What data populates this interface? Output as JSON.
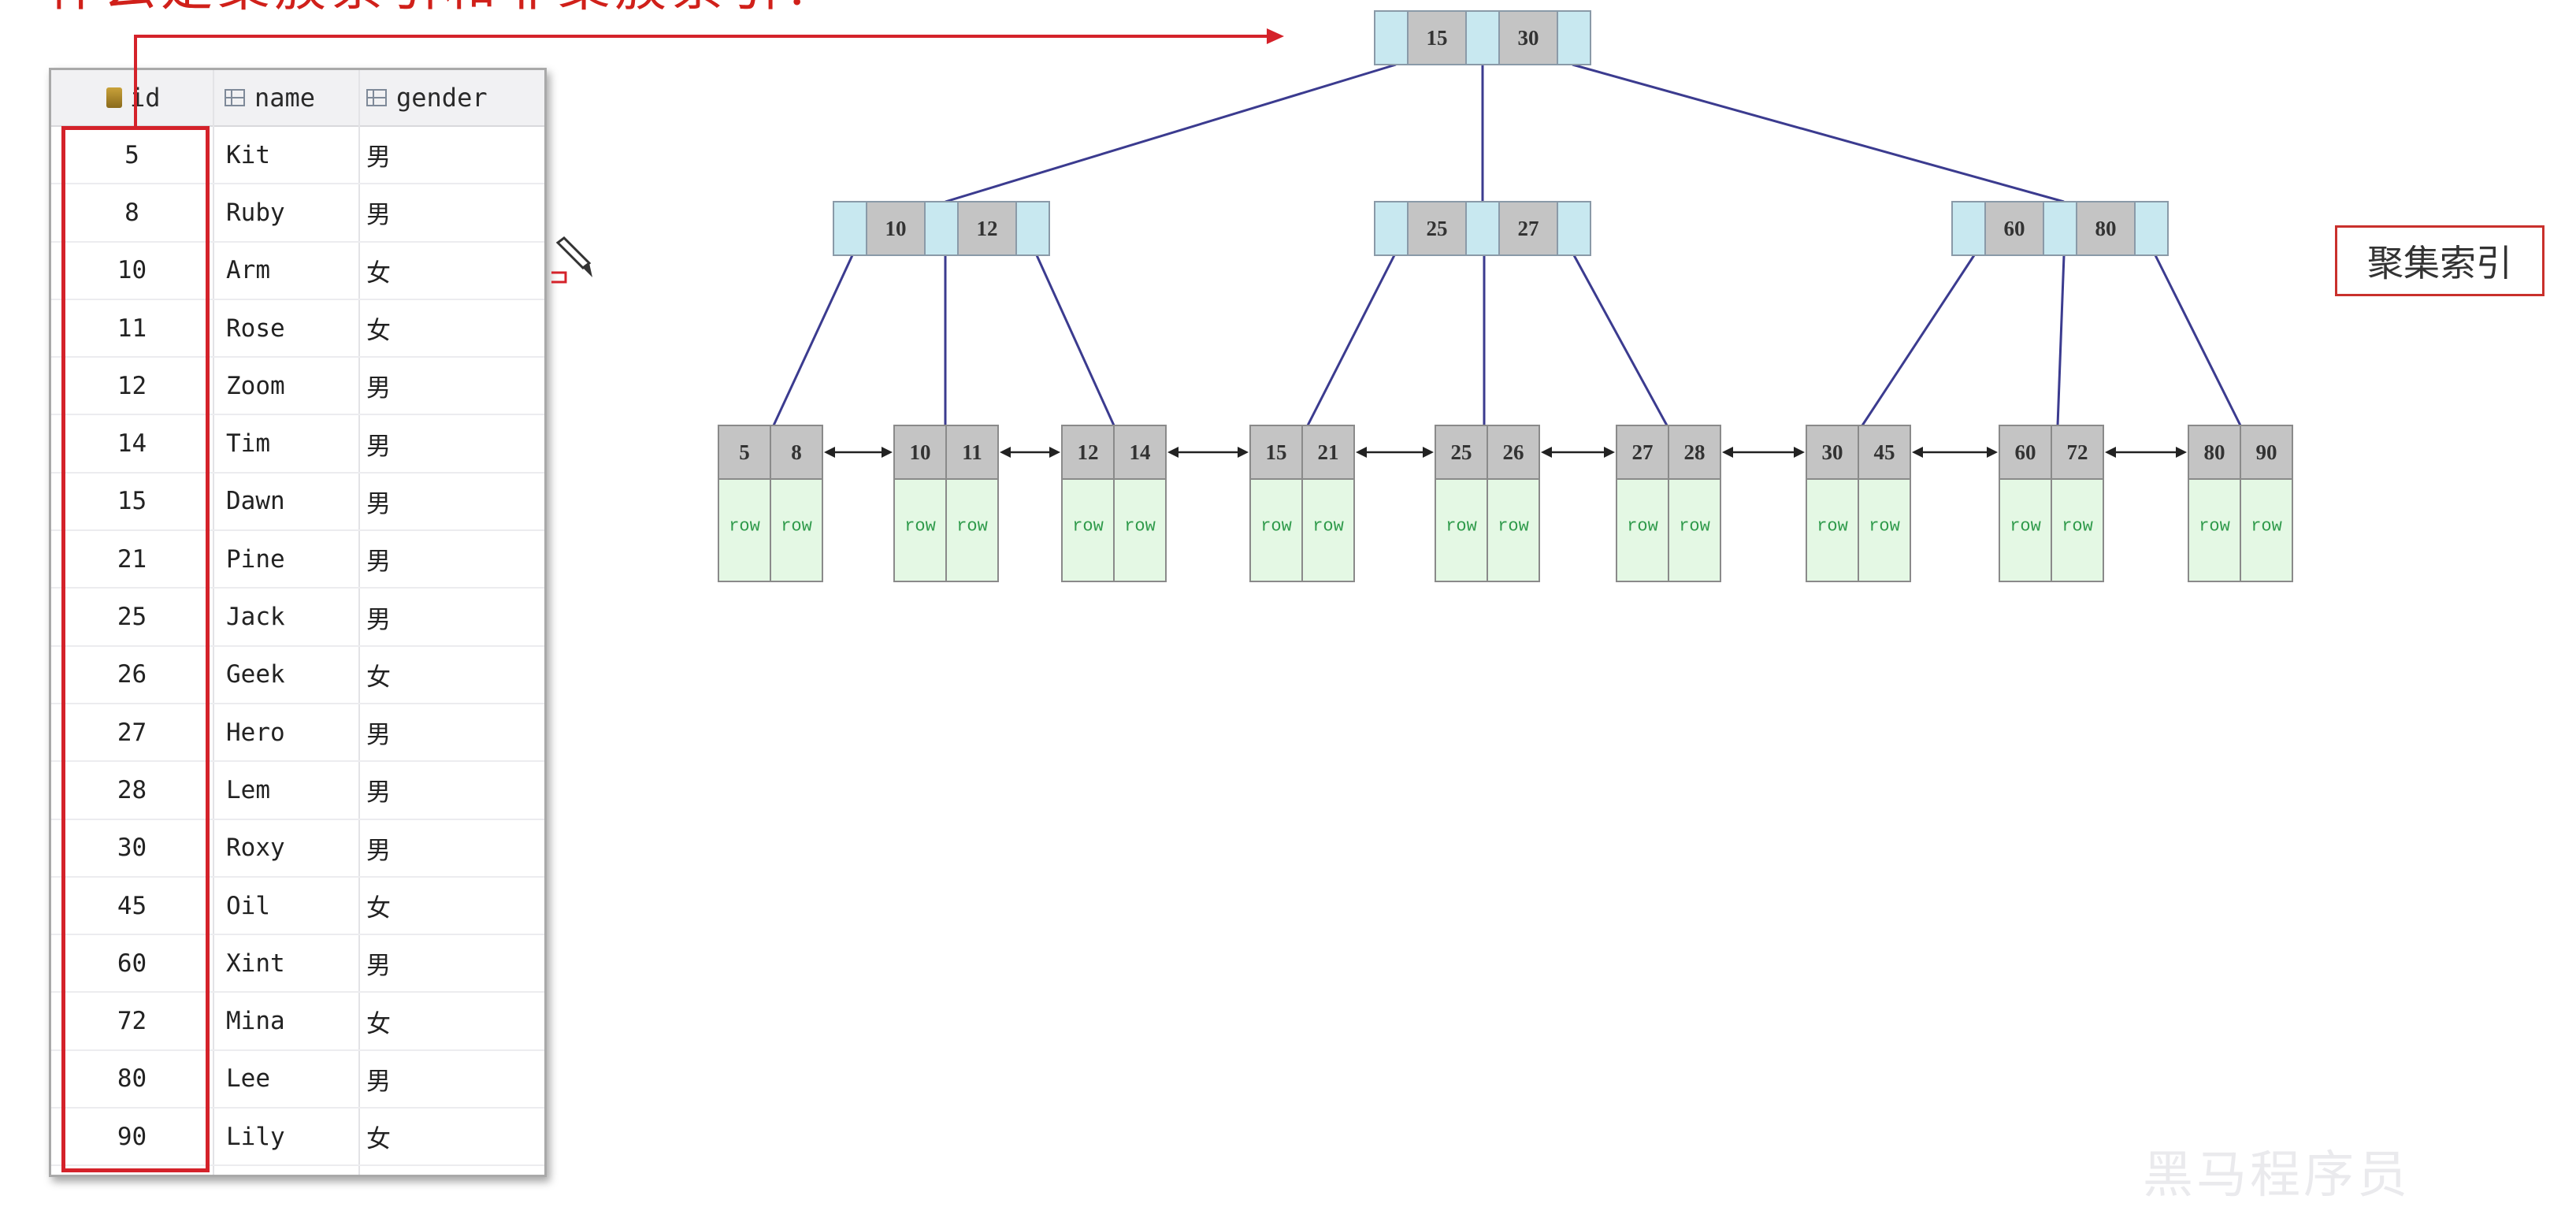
{
  "header": {
    "title_fragment": "什么是聚簇索引和非聚簇索引？"
  },
  "table": {
    "columns": [
      "id",
      "name",
      "gender"
    ],
    "rows": [
      {
        "id": "5",
        "name": "Kit",
        "gender": "男"
      },
      {
        "id": "8",
        "name": "Ruby",
        "gender": "男"
      },
      {
        "id": "10",
        "name": "Arm",
        "gender": "女"
      },
      {
        "id": "11",
        "name": "Rose",
        "gender": "女"
      },
      {
        "id": "12",
        "name": "Zoom",
        "gender": "男"
      },
      {
        "id": "14",
        "name": "Tim",
        "gender": "男"
      },
      {
        "id": "15",
        "name": "Dawn",
        "gender": "男"
      },
      {
        "id": "21",
        "name": "Pine",
        "gender": "男"
      },
      {
        "id": "25",
        "name": "Jack",
        "gender": "男"
      },
      {
        "id": "26",
        "name": "Geek",
        "gender": "女"
      },
      {
        "id": "27",
        "name": "Hero",
        "gender": "男"
      },
      {
        "id": "28",
        "name": "Lem",
        "gender": "男"
      },
      {
        "id": "30",
        "name": "Roxy",
        "gender": "男"
      },
      {
        "id": "45",
        "name": "Oil",
        "gender": "女"
      },
      {
        "id": "60",
        "name": "Xint",
        "gender": "男"
      },
      {
        "id": "72",
        "name": "Mina",
        "gender": "女"
      },
      {
        "id": "80",
        "name": "Lee",
        "gender": "男"
      },
      {
        "id": "90",
        "name": "Lily",
        "gender": "女"
      }
    ]
  },
  "tree": {
    "root": [
      "15",
      "30"
    ],
    "internal": [
      [
        "10",
        "12"
      ],
      [
        "25",
        "27"
      ],
      [
        "60",
        "80"
      ]
    ],
    "leaves": [
      [
        "5",
        "8"
      ],
      [
        "10",
        "11"
      ],
      [
        "12",
        "14"
      ],
      [
        "15",
        "21"
      ],
      [
        "25",
        "26"
      ],
      [
        "27",
        "28"
      ],
      [
        "30",
        "45"
      ],
      [
        "60",
        "72"
      ],
      [
        "80",
        "90"
      ]
    ],
    "row_label": "row"
  },
  "label": {
    "text": "聚集索引"
  },
  "watermark": {
    "text": "黑马程序员"
  },
  "colors": {
    "pointer": "#c8e8f0",
    "key": "#c4c4c4",
    "row": "#e4f8e4",
    "edge": "#3b3b8f",
    "highlight": "#d4222a"
  },
  "icons": [
    "key-icon",
    "column-icon",
    "pencil-icon"
  ]
}
